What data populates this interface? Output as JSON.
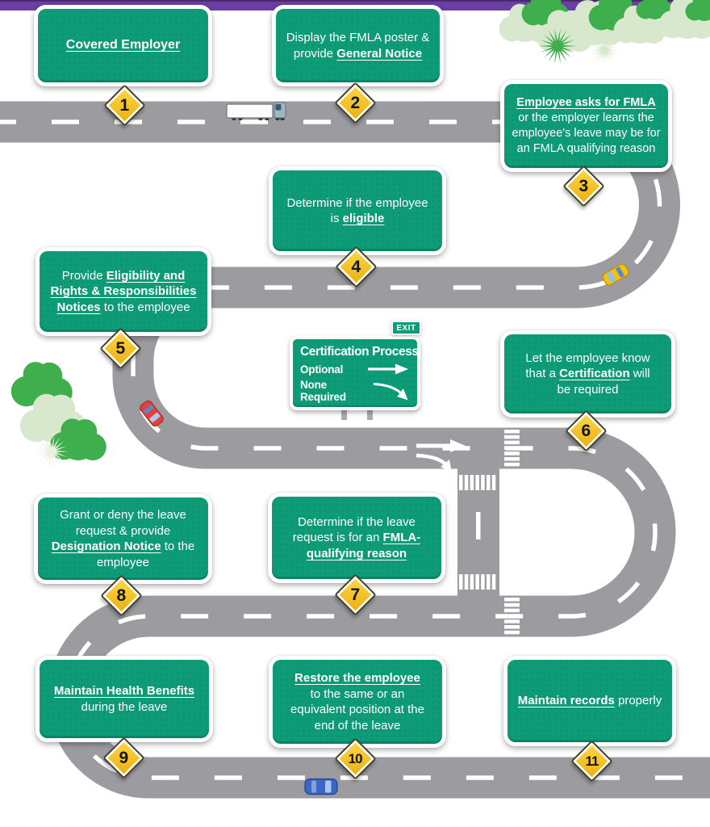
{
  "colors": {
    "accent_purple": "#6B3EA3",
    "sign_green": "#0E9B77",
    "road_gray": "#9C9CA0",
    "marker_yellow": "#F2C117",
    "tree_green": "#3FAE4C",
    "tree_pale_green": "#D7E8CC"
  },
  "signs": {
    "s1": {
      "link": "Covered Employer"
    },
    "s2": {
      "pre": "Display the FMLA poster & provide ",
      "link": "General Notice"
    },
    "s3": {
      "link": "Employee asks for FMLA",
      "post": " or the employer learns the employee's leave may be for an FMLA qualifying reason"
    },
    "s4": {
      "pre": "Determine if the employee is ",
      "link": "eligible"
    },
    "s5": {
      "pre": "Provide ",
      "link": "Eligibility and Rights & Responsibilities Notices",
      "post": " to the employee"
    },
    "s6": {
      "pre": "Let the employee know that a ",
      "link": "Certification",
      "post": " will be required"
    },
    "s7": {
      "pre": "Determine if the leave request is for an ",
      "link": "FMLA-qualifying reason"
    },
    "s8": {
      "pre": "Grant or deny the leave request & provide ",
      "link": "Designation Notice",
      "post": " to the employee"
    },
    "s9": {
      "link": "Maintain Health Benefits",
      "post": " during the leave"
    },
    "s10": {
      "link": "Restore the employee",
      "post": " to the same or an equivalent position at the end of the leave"
    },
    "s11": {
      "link": "Maintain records",
      "post": " properly"
    }
  },
  "exit_sign": {
    "tab": "EXIT",
    "title": "Certification Process",
    "row1": "Optional",
    "row2": "None Required"
  },
  "markers": {
    "m1": "1",
    "m2": "2",
    "m3": "3",
    "m4": "4",
    "m5": "5",
    "m6": "6",
    "m7": "7",
    "m8": "8",
    "m9": "9",
    "m10": "10",
    "m11": "11"
  }
}
